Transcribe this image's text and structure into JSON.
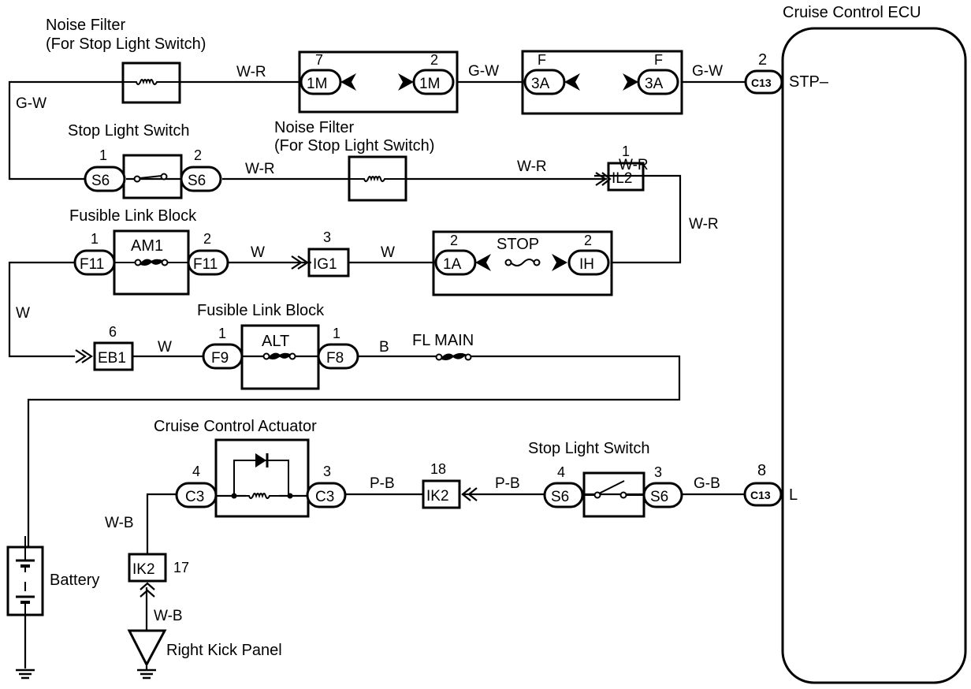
{
  "colors": {
    "ink": "#000000",
    "background": "#ffffff"
  },
  "components": {
    "noise_filter_top": {
      "title_line1": "Noise Filter",
      "title_line2": "(For Stop Light Switch)"
    },
    "noise_filter_mid": {
      "title_line1": "Noise Filter",
      "title_line2": "(For Stop Light Switch)"
    },
    "stop_light_switch_top": {
      "title": "Stop Light Switch"
    },
    "stop_light_switch_bottom": {
      "title": "Stop Light Switch"
    },
    "fusible_link_block_am1": {
      "title": "Fusible Link Block",
      "fuse": "AM1"
    },
    "fusible_link_block_alt": {
      "title": "Fusible Link Block",
      "fuse": "ALT"
    },
    "junction_stop": {
      "fuse": "STOP"
    },
    "fl_main": {
      "label": "FL MAIN"
    },
    "cruise_actuator": {
      "title": "Cruise Control Actuator"
    },
    "battery": {
      "label": "Battery"
    },
    "ground_right_kick": {
      "label": "Right Kick Panel"
    },
    "ecu": {
      "title": "Cruise Control ECU",
      "pin_stp": "STP–",
      "pin_l": "L"
    }
  },
  "connectors": {
    "c1m_left": {
      "id": "1M",
      "pin": "7"
    },
    "c1m_right": {
      "id": "1M",
      "pin": "2"
    },
    "c3a_left": {
      "id": "3A",
      "pin": "F"
    },
    "c3a_right": {
      "id": "3A",
      "pin": "F"
    },
    "c13_top": {
      "id": "C13",
      "pin": "2"
    },
    "s6_top_left": {
      "id": "S6",
      "pin": "1"
    },
    "s6_top_right": {
      "id": "S6",
      "pin": "2"
    },
    "il2": {
      "id": "IL2",
      "pin": "1"
    },
    "f11_left": {
      "id": "F11",
      "pin": "1"
    },
    "f11_right": {
      "id": "F11",
      "pin": "2"
    },
    "ig1": {
      "id": "IG1",
      "pin": "3"
    },
    "c1a": {
      "id": "1A",
      "pin": "2"
    },
    "cih": {
      "id": "IH",
      "pin": "2"
    },
    "eb1": {
      "id": "EB1",
      "pin": "6"
    },
    "f9": {
      "id": "F9",
      "pin": "1"
    },
    "f8": {
      "id": "F8",
      "pin": "1"
    },
    "c3_left": {
      "id": "C3",
      "pin": "4"
    },
    "c3_right": {
      "id": "C3",
      "pin": "3"
    },
    "ik2_top": {
      "id": "IK2",
      "pin": "18"
    },
    "s6_bottom_left": {
      "id": "S6",
      "pin": "4"
    },
    "s6_bottom_right": {
      "id": "S6",
      "pin": "3"
    },
    "c13_bottom": {
      "id": "C13",
      "pin": "8"
    },
    "ik2_bottom": {
      "id": "IK2",
      "pin": "17"
    }
  },
  "wires": {
    "w_top_filter_to_1m": "W-R",
    "w_left_vertical_gw": "G-W",
    "w_1m_to_3a": "G-W",
    "w_3a_to_c13": "G-W",
    "w_s6_to_filter": "W-R",
    "w_filter_to_il2": "W-R",
    "w_il2_out": "W-R",
    "w_right_vertical_wr": "W-R",
    "w_f11_to_ig1": "W",
    "w_ig1_to_1a": "W",
    "w_left_vertical_w": "W",
    "w_eb1_to_f9": "W",
    "w_f8_to_flmain": "B",
    "w_actuator_to_ik2": "P-B",
    "w_ik2_to_s6": "P-B",
    "w_s6_to_c13": "G-B",
    "w_c3_to_ik2_bottom": "W-B",
    "w_ik2_to_ground": "W-B"
  }
}
